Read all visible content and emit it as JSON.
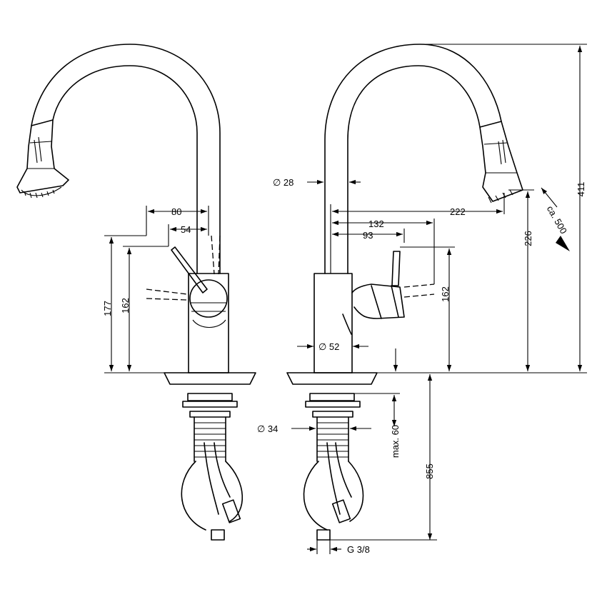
{
  "dimensions": {
    "d80": "80",
    "d54": "54",
    "d177": "177",
    "d162_left": "162",
    "d_dia28": "∅ 28",
    "d222": "222",
    "d132": "132",
    "d93": "93",
    "d226": "226",
    "d_ca500": "ca. 500",
    "d411": "411",
    "d162_right": "162",
    "d_dia52": "∅ 52",
    "d_dia34": "∅ 34",
    "d_max60": "max. 60",
    "d855": "855",
    "d_g38": "G 3/8"
  }
}
